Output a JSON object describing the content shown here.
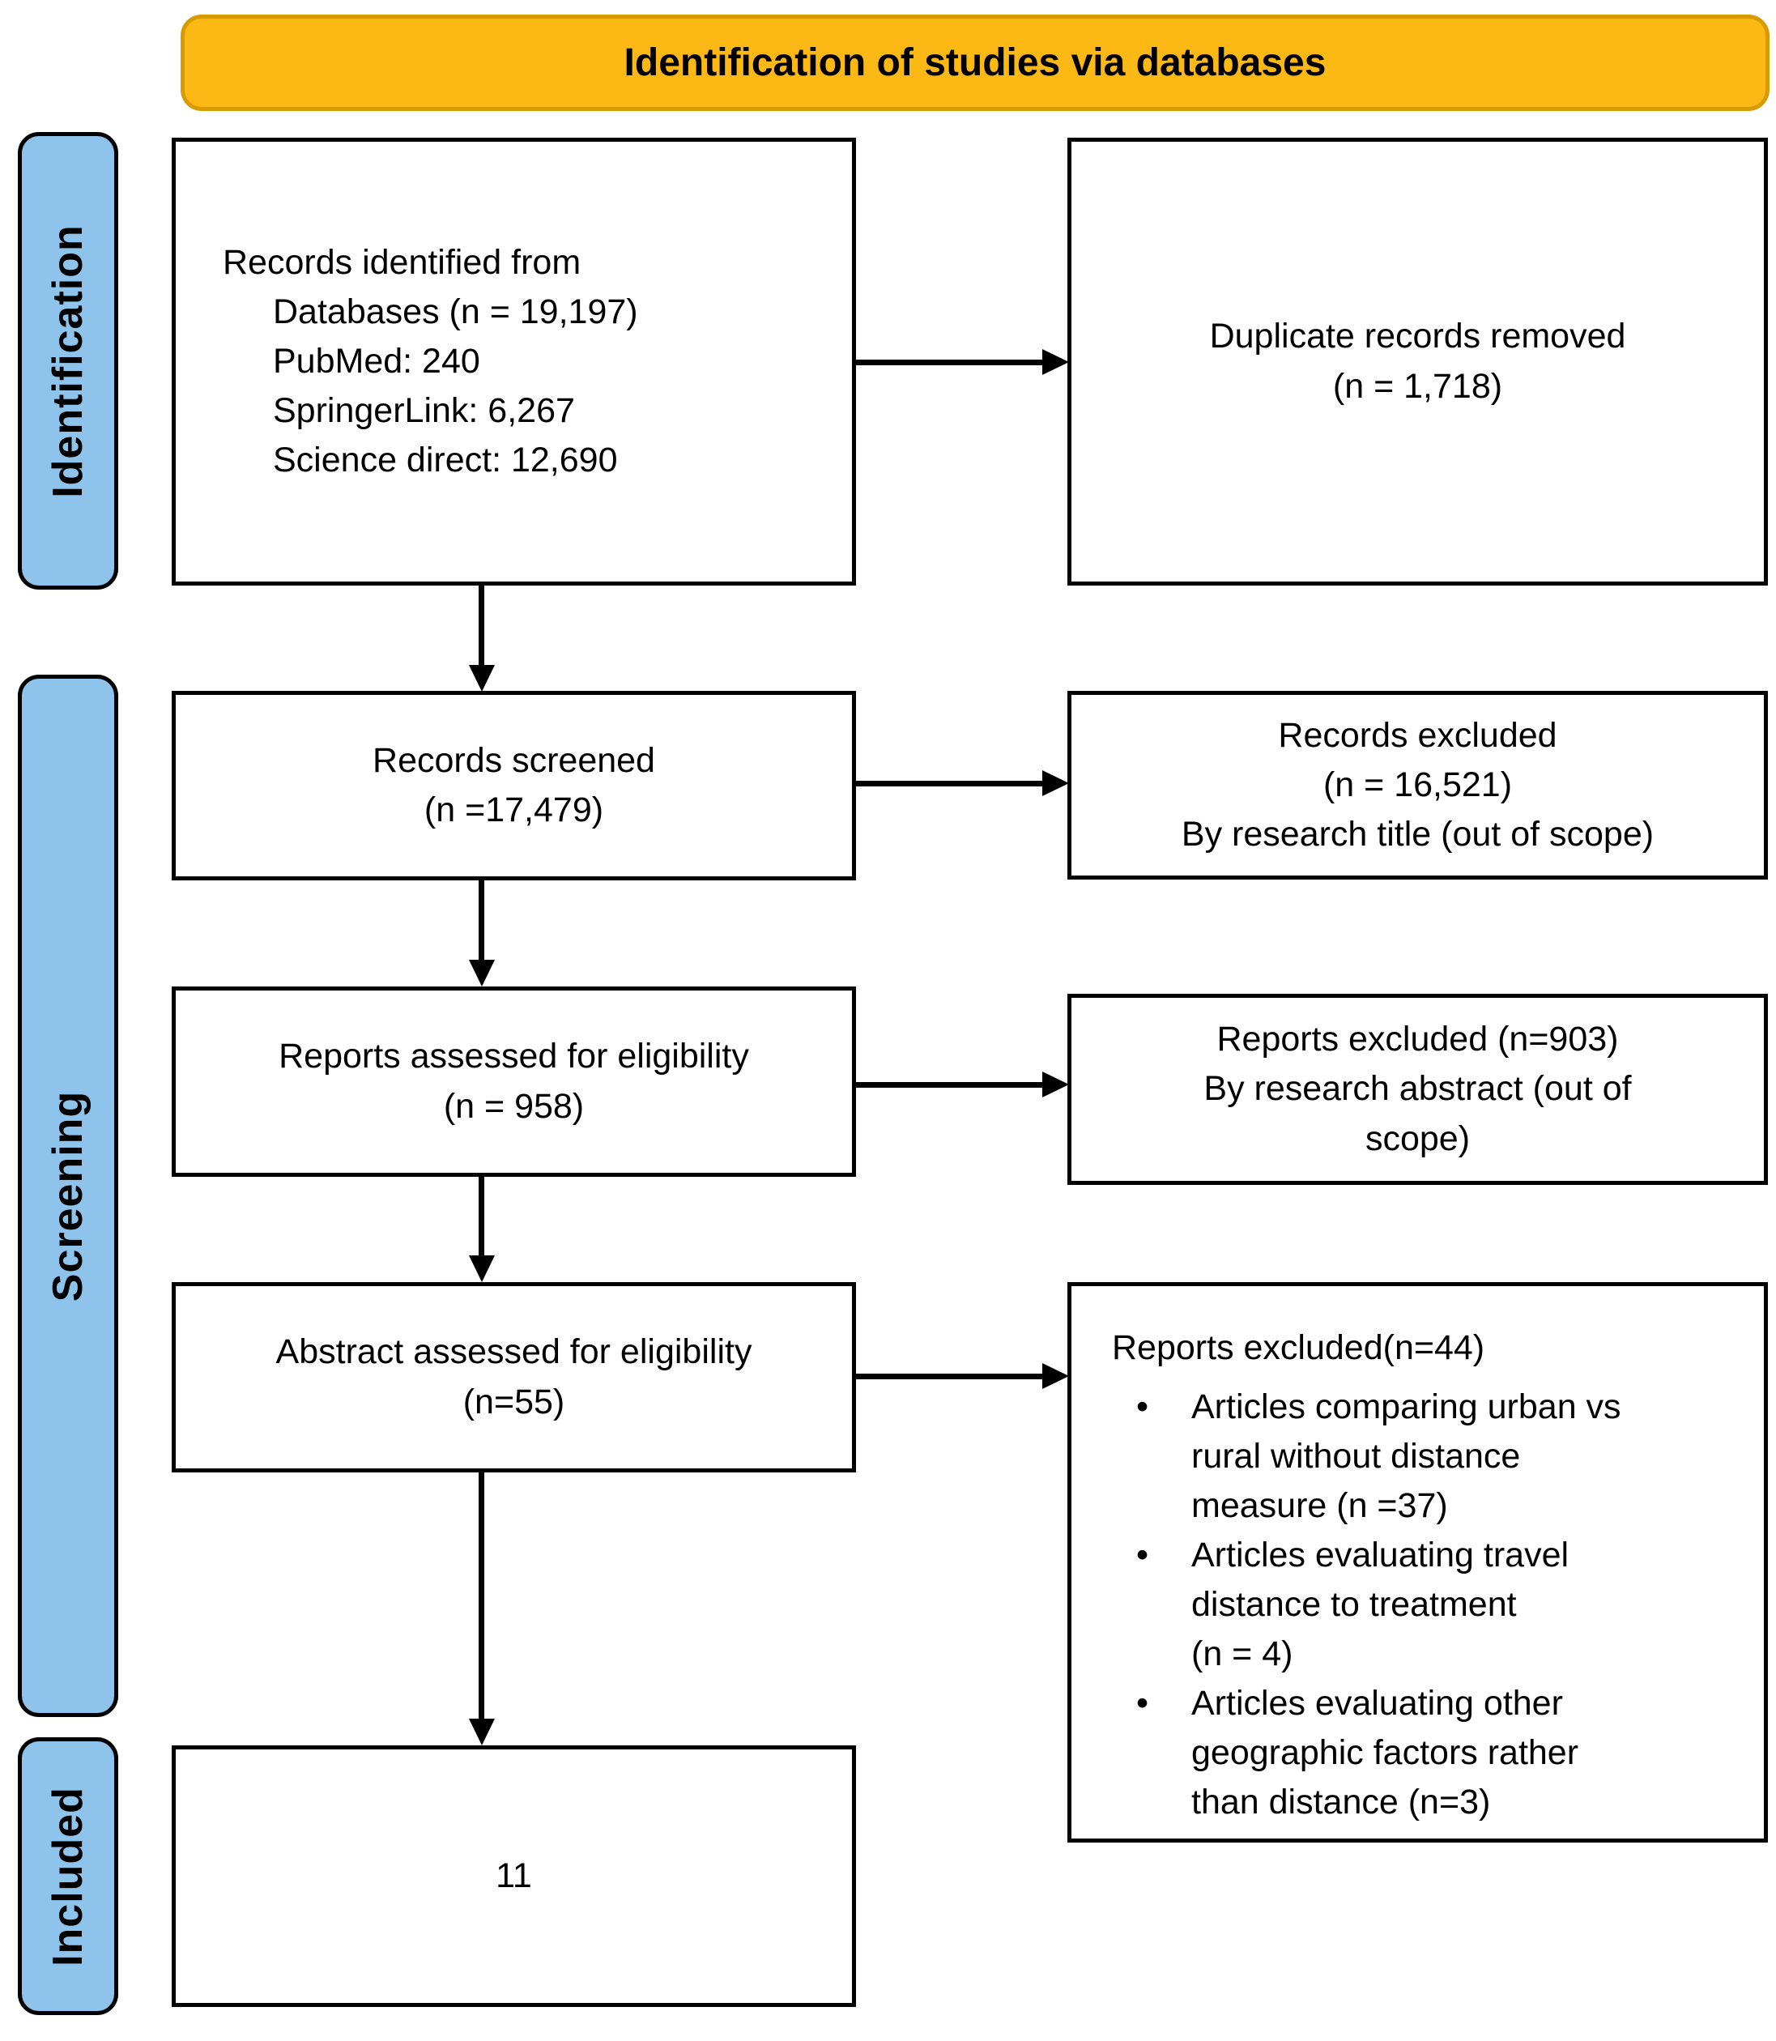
{
  "banner": {
    "title": "Identification of studies via databases",
    "fill_color": "#FCB814",
    "border_color": "#D79B00"
  },
  "sidebar": {
    "fill_color": "#8EC4EB",
    "stages": [
      {
        "label": "Identification"
      },
      {
        "label": "Screening"
      },
      {
        "label": "Included"
      }
    ]
  },
  "boxes": {
    "records_identified": {
      "title": "Records identified from",
      "lines": [
        "Databases (n = 19,197)",
        "PubMed: 240",
        "SpringerLink: 6,267",
        "Science direct: 12,690"
      ]
    },
    "duplicates_removed": {
      "lines": [
        "Duplicate records removed",
        "(n = 1,718)"
      ]
    },
    "records_screened": {
      "lines": [
        "Records screened",
        "(n =17,479)"
      ]
    },
    "records_excluded": {
      "lines": [
        "Records excluded",
        "(n = 16,521)",
        "By research title (out of scope)"
      ]
    },
    "reports_assessed": {
      "lines": [
        "Reports assessed for eligibility",
        "(n = 958)"
      ]
    },
    "reports_excluded_903": {
      "lines": [
        "Reports excluded (n=903)",
        "By research abstract (out of",
        "scope)"
      ]
    },
    "abstract_assessed": {
      "lines": [
        "Abstract assessed for eligibility",
        "(n=55)"
      ]
    },
    "reports_excluded_44": {
      "title": "Reports excluded(n=44)",
      "bullet_glyph": "•",
      "bullets": [
        {
          "lines": [
            "Articles comparing urban vs",
            "rural without distance",
            "measure (n =37)"
          ]
        },
        {
          "lines": [
            "Articles evaluating travel",
            "distance to treatment",
            " (n = 4)"
          ]
        },
        {
          "lines": [
            "Articles evaluating other",
            "geographic factors rather",
            "than distance (n=3)"
          ]
        }
      ]
    },
    "included_count": {
      "lines": [
        "11"
      ]
    }
  }
}
